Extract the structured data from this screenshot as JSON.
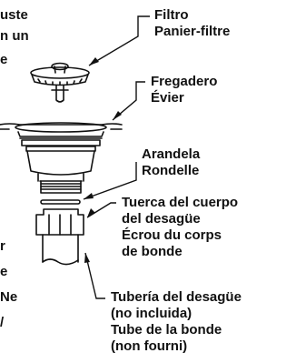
{
  "left_fragments": [
    "uste",
    "n un",
    "e",
    "r",
    "e",
    "Ne",
    "/"
  ],
  "labels": {
    "strainer": {
      "line1": "Filtro",
      "line2": "Panier-filtre"
    },
    "sink": {
      "line1": "Fregadero",
      "line2": "Évier"
    },
    "washer": {
      "line1": "Arandela",
      "line2": "Rondelle"
    },
    "body_nut": {
      "line1": "Tuerca del cuerpo",
      "line2": "del desagüe",
      "line3": "Écrou du corps",
      "line4": "de bonde"
    },
    "drain_pipe": {
      "line1": "Tubería del desagüe",
      "line2": "(no incluida)",
      "line3": "Tube de la bonde",
      "line4": "(non fourni)"
    }
  }
}
